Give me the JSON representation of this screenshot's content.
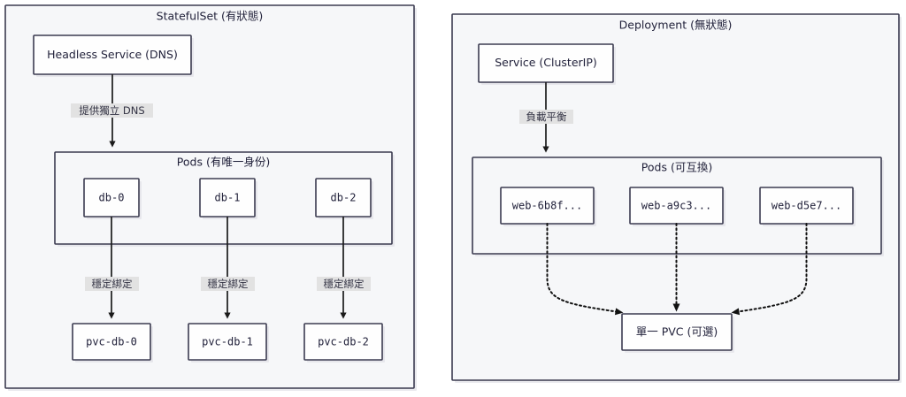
{
  "diagram": {
    "title_hidden": "",
    "colors": {
      "cluster_fill": "#f6f7f9",
      "node_fill": "#fefefe",
      "border": "#3b3b50",
      "edge": "#1a1a1a",
      "label_bg": "#e2e2e2",
      "text": "#22223b"
    },
    "clusters": [
      {
        "id": "statefulset",
        "title": "StatefulSet (有狀態)",
        "subcluster": {
          "id": "pods-unique",
          "title": "Pods (有唯一身份)"
        }
      },
      {
        "id": "deployment",
        "title": "Deployment (無狀態)",
        "subcluster": {
          "id": "pods-interchangeable",
          "title": "Pods (可互換)"
        }
      }
    ],
    "nodes": {
      "headless_service": "Headless Service (DNS)",
      "db_pods": [
        "db-0",
        "db-1",
        "db-2"
      ],
      "pvc_nodes": [
        "pvc-db-0",
        "pvc-db-1",
        "pvc-db-2"
      ],
      "service_clusterip": "Service (ClusterIP)",
      "web_pods": [
        "web-6b8f...",
        "web-a9c3...",
        "web-d5e7..."
      ],
      "single_pvc": "單一 PVC (可選)"
    },
    "edge_labels": {
      "dns": "提供獨立 DNS",
      "stable_bind": [
        "穩定綁定",
        "穩定綁定",
        "穩定綁定"
      ],
      "load_balance": "負載平衡"
    }
  }
}
